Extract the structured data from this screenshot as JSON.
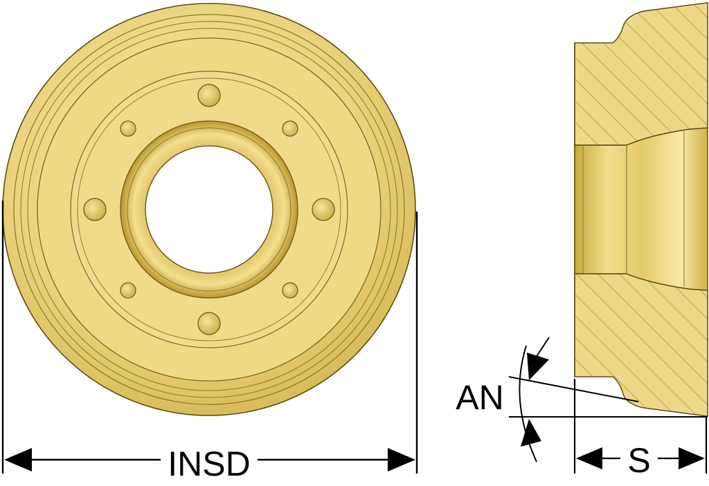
{
  "labels": {
    "insd": "INSD",
    "an": "AN",
    "s": "S"
  },
  "colors": {
    "insert_gold": "#e8d37a",
    "insert_light": "#f4e6a6",
    "insert_dark": "#c9a93f",
    "outline": "#5c4c16",
    "hatch": "#8a7430",
    "dimension_line": "#000000"
  }
}
